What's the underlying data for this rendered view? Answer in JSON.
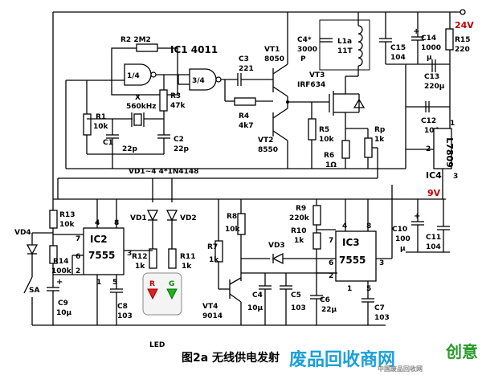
{
  "caption": "图2a  无线供电发射",
  "watermark": {
    "text": "废品回收商网",
    "logo_text": "创意",
    "small": "中国废品回收网"
  },
  "supply": {
    "v24": "24V",
    "v9": "9V"
  },
  "ic1": {
    "name": "IC1  4011",
    "gate1": "1/4",
    "gate2": "3/4"
  },
  "ic2": {
    "name": "IC2",
    "type": "7555"
  },
  "ic3": {
    "name": "IC3",
    "type": "7555"
  },
  "ic4": {
    "name": "IC4",
    "type": "L7809"
  },
  "parts": {
    "r1": "R1",
    "r1v": "10k",
    "r2": "R2  2M2",
    "r3": "R3",
    "r3v": "47k",
    "r4": "R4",
    "r4v": "4k7",
    "r5": "R5",
    "r5v": "10k",
    "r6": "R6",
    "r6v": "1Ω",
    "rp": "Rp",
    "rpv": "1k",
    "r7": "R7",
    "r7v": "1k",
    "r8": "R8",
    "r8v": "10k",
    "r9": "R9",
    "r9v": "220k",
    "r10": "R10",
    "r10v": "1k",
    "r11": "R11",
    "r11v": "1k",
    "r12": "R12",
    "r12v": "1k",
    "r13": "R13",
    "r13v": "10k",
    "r14": "R14",
    "r14v": "100k",
    "r15": "R15",
    "r15v": "220",
    "x": "X",
    "xv": "560kHz",
    "c1": "C1",
    "c1v": "22p",
    "c2": "C2",
    "c2v": "22p",
    "c3": "C3",
    "c3v": "221",
    "c4s": "C4*",
    "c4sv1": "3000",
    "c4sv2": "P",
    "c4": "C4",
    "c4v": "10μ",
    "c5": "C5",
    "c5v": "103",
    "c6": "C6",
    "c6v": "22μ",
    "c7": "C7",
    "c7v": "103",
    "c8": "C8",
    "c8v": "103",
    "c9": "C9",
    "c9v": "10μ",
    "c10": "C10",
    "c10v1": "100",
    "c10v2": "μ",
    "c11": "C11",
    "c11v": "104",
    "c12": "C12",
    "c12v": "104",
    "c13": "C13",
    "c13v": "220μ",
    "c14": "C14",
    "c14v1": "1000",
    "c14v2": "μ",
    "c15": "C15",
    "c15v": "104",
    "l1a": "L1a",
    "l1av": "11T",
    "vt1": "VT1",
    "vt1v": "8050",
    "vt2": "VT2",
    "vt2v": "8550",
    "vt3": "VT3",
    "vt3v": "IRF634",
    "vt4": "VT4",
    "vt4v": "9014",
    "vd1_4": "VD1~4  4*1N4148",
    "vd1": "VD1",
    "vd2": "VD2",
    "vd3": "VD3",
    "vd4": "VD4",
    "sa": "SA",
    "led": "LED",
    "led_r": "R",
    "led_g": "G"
  },
  "pins": {
    "ic2": [
      "4",
      "8",
      "7",
      "6",
      "2",
      "3",
      "1",
      "5"
    ],
    "ic3": [
      "4",
      "8",
      "7",
      "6",
      "2",
      "3",
      "1",
      "5"
    ],
    "ic4": [
      "1",
      "2",
      "3"
    ]
  }
}
